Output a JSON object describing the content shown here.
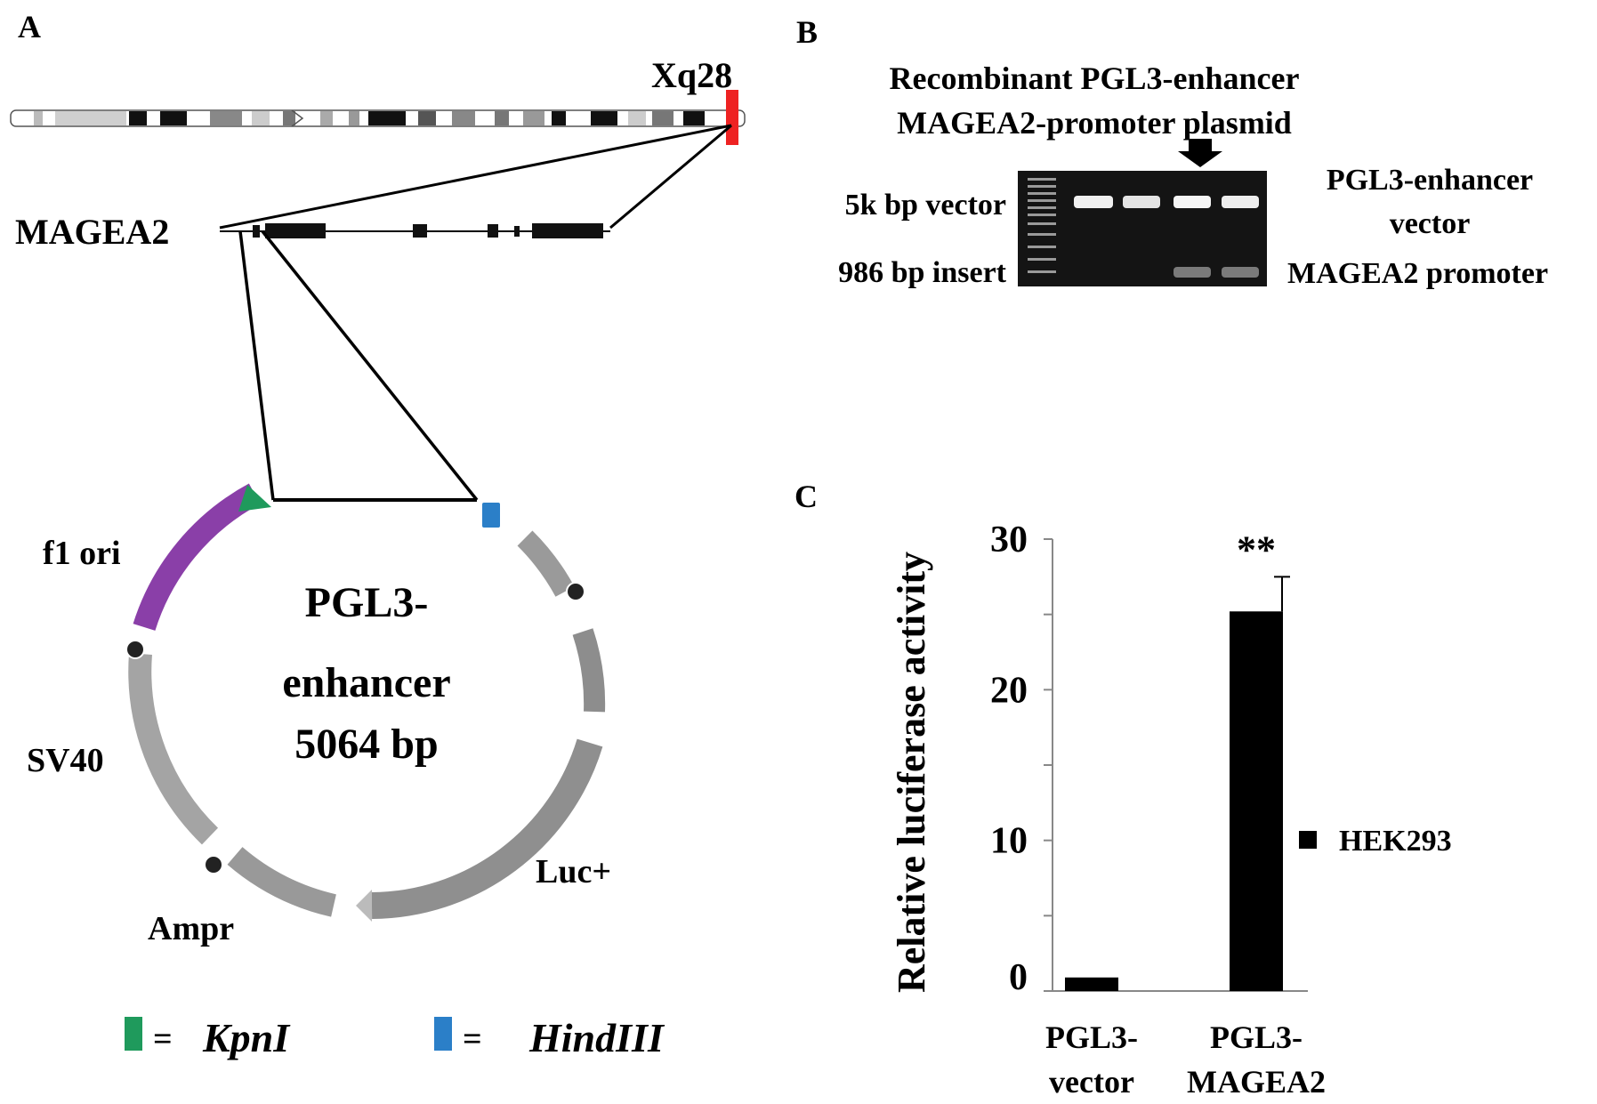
{
  "panels": {
    "a": {
      "letter": "A",
      "chromosome_band": "Xq28",
      "gene": "MAGEA2",
      "plasmid": {
        "line1": "PGL3-",
        "line2": "enhancer",
        "line3": "5064 bp"
      },
      "features": {
        "f1_ori": "f1 ori",
        "sv40": "SV40",
        "luc": "Luc+",
        "ampr": "Ampr"
      },
      "legend": {
        "eq1": "=",
        "kpn": "KpnI",
        "eq2": "=",
        "hind": "HindIII"
      }
    },
    "b": {
      "letter": "B",
      "title1": "Recombinant  PGL3-enhancer",
      "title2": "MAGEA2-promoter  plasmid",
      "left1": "5k bp vector",
      "left2": "986 bp insert",
      "right1": "PGL3-enhancer",
      "right2": "vector",
      "right3": "MAGEA2  promoter"
    },
    "c": {
      "letter": "C",
      "significance": "**"
    }
  },
  "chart_data": {
    "type": "bar",
    "categories": [
      "PGL3-vector",
      "PGL3-MAGEA2"
    ],
    "category_lines": [
      [
        "PGL3-",
        "vector"
      ],
      [
        "PGL3-",
        "MAGEA2"
      ]
    ],
    "series": [
      {
        "name": "HEK293",
        "values": [
          0.9,
          25.2
        ],
        "errors": [
          0.1,
          2.3
        ],
        "color": "#000000"
      }
    ],
    "ylabel": "Relative luciferase activity",
    "ylim": [
      0,
      30
    ],
    "yticks": [
      0,
      10,
      20,
      30
    ],
    "legend_position": "right",
    "grid": false
  },
  "colors": {
    "chromosome_band_marker": "#ee2222",
    "f1_ori_arrow": "#8a3fa8",
    "kpn_site": "#1f9a5c",
    "hind_site": "#2b7fc8",
    "gel_background": "#141414"
  }
}
